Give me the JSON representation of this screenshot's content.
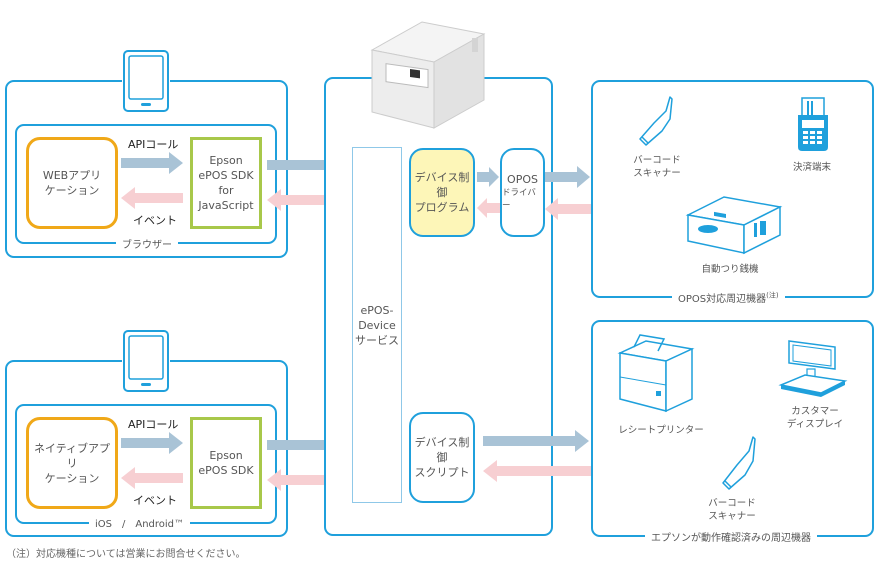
{
  "colors": {
    "frame": "#1fa0dc",
    "app_border": "#f0a818",
    "sdk_border": "#a8c84a",
    "api_arrow": "#a9c3d6",
    "event_arrow": "#f7cfd2",
    "program_fill": "#fdf6b8"
  },
  "browser_group": {
    "caption": "ブラウザー",
    "device_icon": "tablet-icon",
    "app": "WEBアプリ\nケーション",
    "sdk": "Epson\nePOS SDK\nfor\nJavaScript",
    "api_label": "APIコール",
    "event_label": "イベント"
  },
  "native_group": {
    "caption": "iOS　/　Android™",
    "device_icon": "tablet-icon",
    "app": "ネイティブアプリ\nケーション",
    "sdk": "Epson\nePOS SDK",
    "api_label": "APIコール",
    "event_label": "イベント"
  },
  "printer_group": {
    "device_icon": "printer-icon",
    "service": "ePOS-\nDevice\nサービス",
    "control_program": "デバイス制御\nプログラム",
    "opos_driver_title": "OPOS",
    "opos_driver_sub": "ドライバー",
    "control_script": "デバイス制御\nスクリプト"
  },
  "opos_peripherals": {
    "caption": "OPOS対応周辺機器",
    "caption_note": "(注)",
    "items": [
      {
        "icon": "barcode-scanner-icon",
        "label": "バーコード\nスキャナー"
      },
      {
        "icon": "payment-terminal-icon",
        "label": "決済端末"
      },
      {
        "icon": "cash-changer-icon",
        "label": "自動つり銭機"
      }
    ]
  },
  "verified_peripherals": {
    "caption": "エプソンが動作確認済みの周辺機器",
    "items": [
      {
        "icon": "receipt-printer-icon",
        "label": "レシートプリンター"
      },
      {
        "icon": "customer-display-icon",
        "label": "カスタマー\nディスプレイ"
      },
      {
        "icon": "barcode-scanner-icon",
        "label": "バーコード\nスキャナー"
      }
    ]
  },
  "footnote": "（注）対応機種については営業にお問合せください。"
}
